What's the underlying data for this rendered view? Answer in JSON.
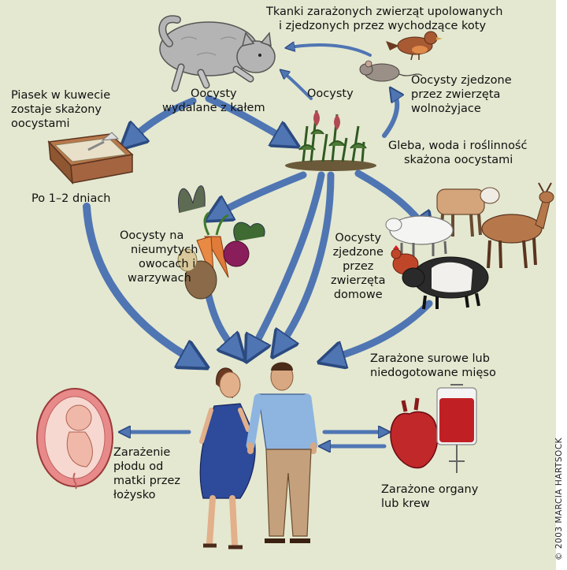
{
  "labels": {
    "infected_tissue": [
      "Tkanki zarażonych zwierząt upolowanych",
      "i zjedzonych przez wychodzące koty"
    ],
    "oocysts_eaten_wild": [
      "Oocysty zjedzone",
      "przez zwierzęta",
      "wolnożyjace"
    ],
    "oocysts_top": "Oocysty",
    "oocysts_feces": [
      "Oocysty",
      "wydalane z kałem"
    ],
    "litter": [
      "Piasek w kuwecie",
      "zostaje skażony",
      "oocystami"
    ],
    "after_days": "Po 1–2 dniach",
    "soil": [
      "Gleba, woda i roślinność",
      "skażona oocystami"
    ],
    "unwashed_food": [
      "Oocysty na",
      "nieumytych",
      "owocach i",
      "warzywach"
    ],
    "oocysts_eaten_domestic": [
      "Oocysty",
      "zjedzone",
      "przez",
      "zwierzęta",
      "domowe"
    ],
    "raw_meat": [
      "Zarażone surowe lub",
      "niedogotowane mięso"
    ],
    "fetus": [
      "Zarażenie",
      "płodu od",
      "matki przez",
      "łożysko"
    ],
    "organs": [
      "Zarażone organy",
      "lub krew"
    ]
  },
  "credit": "© 2003 MARCIA HARTSOCK",
  "colors": {
    "background": "#e4e8d0",
    "arrow_fill": "#4f75b3",
    "arrow_stroke": "#2b4a80",
    "text": "#111111"
  }
}
